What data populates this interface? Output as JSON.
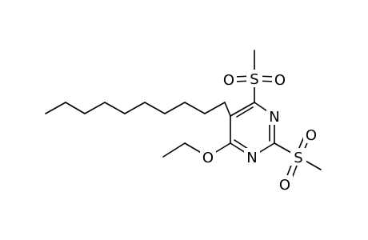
{
  "molecule": {
    "atoms": {
      "s_top": "S",
      "o_top_left": "O",
      "o_top_right": "O",
      "n_right_top": "N",
      "n_right_bottom": "N",
      "s_bottom": "S",
      "o_bottom_left": "O",
      "o_bottom_top": "O",
      "o_ethoxy": "O"
    }
  },
  "colors": {
    "bond": "#000000",
    "label": "#000000",
    "background": "#ffffff"
  }
}
